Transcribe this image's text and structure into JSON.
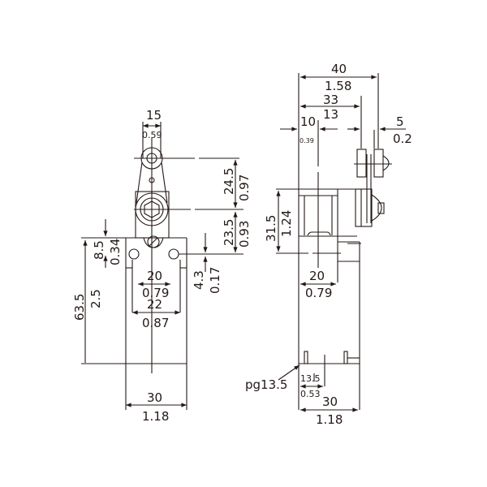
{
  "front_view": {
    "roller_width_mm": "15",
    "roller_width_in": "0.59",
    "lever_length_mm": "24.5",
    "lever_length_in": "0.97",
    "hub_height_mm": "23.5",
    "hub_height_in": "0.93",
    "head_offset_mm": "8.5",
    "head_offset_in": "0.34",
    "hole_offset_mm": "4.3",
    "hole_offset_in": "0.17",
    "hole_pitch_mm": "20",
    "hole_pitch_in": "0.79",
    "body_inner_mm": "22",
    "body_inner_in": "0.87",
    "height_mm": "63.5",
    "height_in": "2.5",
    "width_mm": "30",
    "width_in": "1.18"
  },
  "side_view": {
    "overall_mm": "40",
    "overall_in": "1.58",
    "roller_pos_mm": "33",
    "roller_pos_in": "13",
    "offset_mm": "10",
    "offset_in": "0.39",
    "roller_thick_mm": "5",
    "roller_thick_in": "0.2",
    "head_height_mm": "31.5",
    "head_height_in": "1.24",
    "hole_pitch_mm": "20",
    "hole_pitch_in": "0.79",
    "conduit_label": "pg13.5",
    "conduit_pos_mm": "13.5",
    "conduit_pos_in": "0.53",
    "width_mm": "30",
    "width_in": "1.18"
  }
}
